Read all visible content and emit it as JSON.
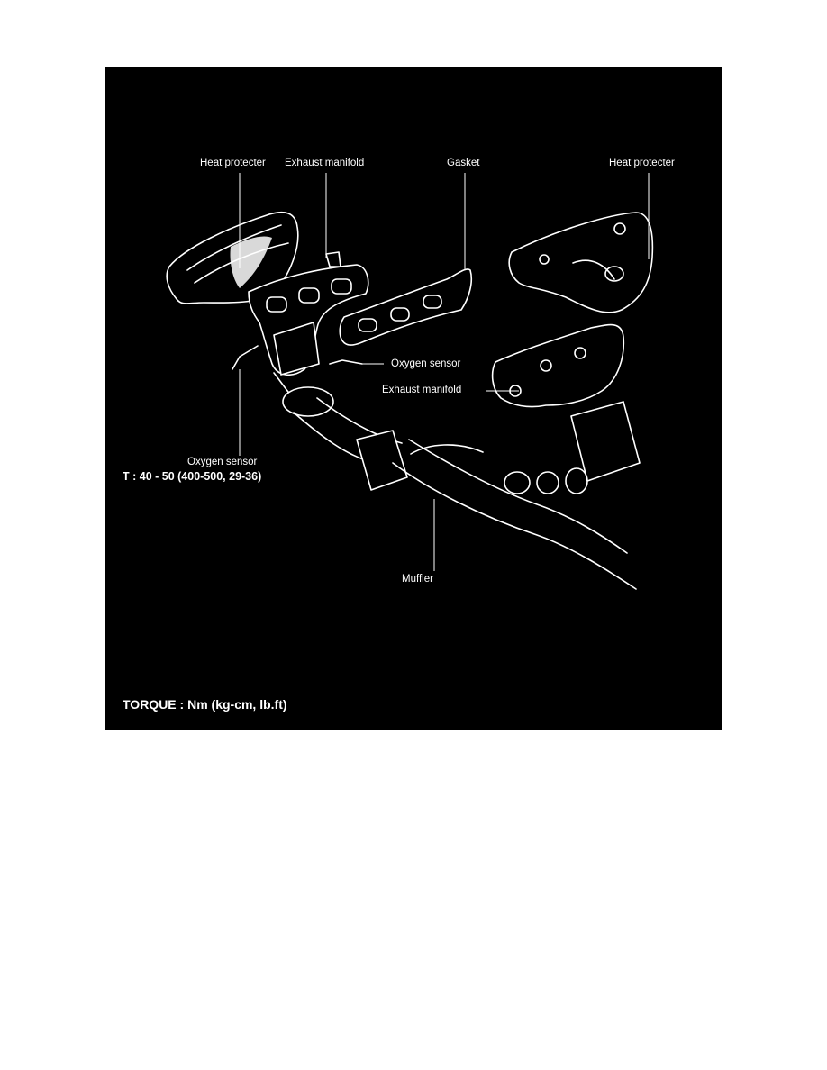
{
  "labels": {
    "heat_protector_left": "Heat protecter",
    "exhaust_manifold_top": "Exhaust manifold",
    "gasket": "Gasket",
    "heat_protector_right": "Heat protecter",
    "oxygen_sensor_right": "Oxygen sensor",
    "exhaust_manifold_right": "Exhaust manifold",
    "oxygen_sensor_left": "Oxygen sensor",
    "oxygen_sensor_torque": "T : 40 - 50 (400-500, 29-36)",
    "muffler": "Muffler"
  },
  "footer": {
    "torque_units": "TORQUE : Nm (kg-cm, lb.ft)"
  },
  "colors": {
    "background": "#000000",
    "line": "#ffffff",
    "page": "#ffffff"
  }
}
